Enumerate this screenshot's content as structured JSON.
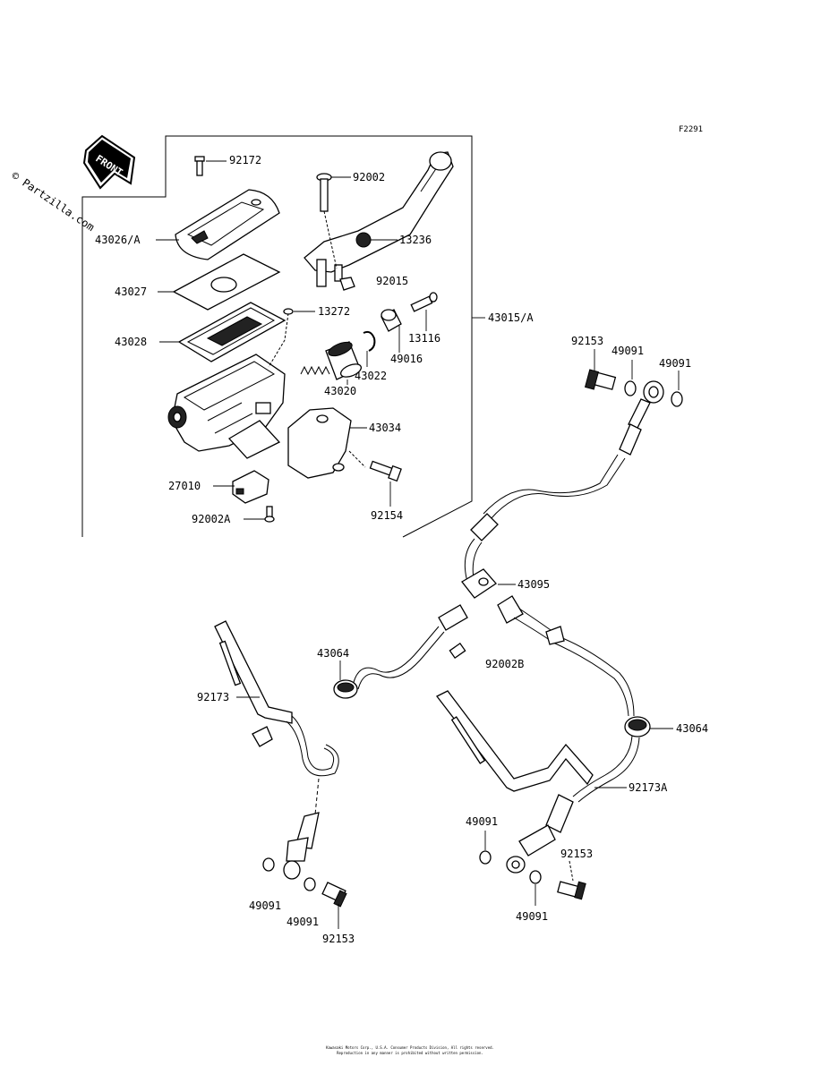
{
  "header": {
    "figure_code": "F2291",
    "watermark": "© Partzilla.com",
    "front_label": "FRONT"
  },
  "parts": {
    "p92172": "92172",
    "p92002": "92002",
    "p43026A": "43026/A",
    "p13236": "13236",
    "p43027": "43027",
    "p92015": "92015",
    "p13272": "13272",
    "p43015A": "43015/A",
    "p43028": "43028",
    "p13116": "13116",
    "p49016": "49016",
    "p43022": "43022",
    "p43020": "43020",
    "p92153_top": "92153",
    "p49091_top1": "49091",
    "p49091_top2": "49091",
    "p43034": "43034",
    "p27010": "27010",
    "p92154": "92154",
    "p92002A": "92002A",
    "p43095": "43095",
    "p43064_left": "43064",
    "p92002B": "92002B",
    "p92173": "92173",
    "p43064_right": "43064",
    "p92173A": "92173A",
    "p49091_mid": "49091",
    "p92153_right": "92153",
    "p49091_right": "49091",
    "p49091_botleft": "49091",
    "p49091_botmid": "49091",
    "p92153_bot": "92153"
  },
  "footer": {
    "line1": "Kawasaki Motors Corp., U.S.A. Consumer Products Division, All rights reserved.",
    "line2": "Reproduction in any manner is prohibited without written permission."
  }
}
